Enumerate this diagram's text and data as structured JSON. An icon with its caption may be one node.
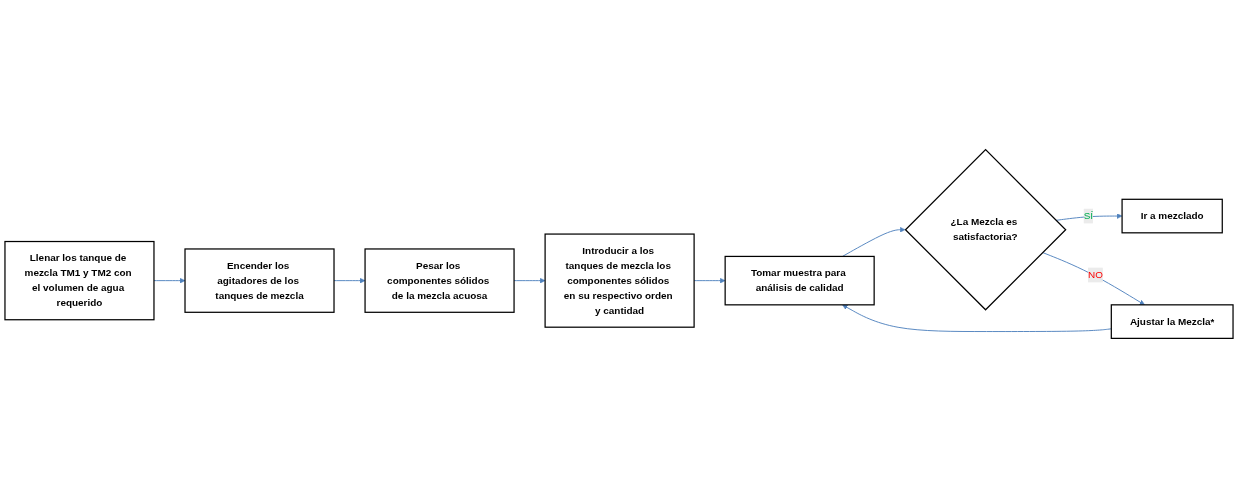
{
  "diagram": {
    "nodes": [
      {
        "text": [
          "Llenar los tanque de mezcla TM1 y TM2 con el volumen de agua requerido"
        ]
      },
      {
        "text": [
          "Encender los agitadores de los tanques de mezcla"
        ]
      },
      {
        "text": [
          "Pesar los componentes sólidos de la mezcla acuosa"
        ]
      },
      {
        "text": [
          "Introducir a los tanques de mezcla los componentes sólidos en su respectivo orden y cantidad"
        ]
      },
      {
        "text": [
          "Tomar muestra para análisis de calidad"
        ]
      },
      {
        "text": [
          "¿La Mezcla es satisfactoria?"
        ]
      },
      {
        "text": [
          "Ir a mezclado"
        ]
      },
      {
        "text": [
          "Ajustar la Mezcla*"
        ]
      }
    ],
    "edges": [
      {
        "from": 0,
        "to": 1,
        "arrow": "to"
      },
      {
        "from": 1,
        "to": 2,
        "arrow": "to"
      },
      {
        "from": 2,
        "to": 3,
        "arrow": "to"
      },
      {
        "from": 3,
        "to": 4,
        "arrow": "to"
      },
      {
        "from": 4,
        "to": 5,
        "arrow": "to"
      },
      {
        "from": 5,
        "to": 6,
        "label": "SÍ",
        "arrow": "to"
      },
      {
        "from": 5,
        "to": 7,
        "label": "NO",
        "arrow": "to"
      },
      {
        "from": 7,
        "to": 4,
        "arrow": "to"
      }
    ]
  }
}
